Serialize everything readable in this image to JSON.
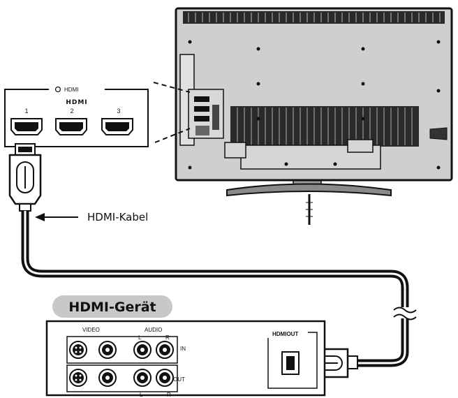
{
  "hdmi_panel": {
    "header": "HDMI",
    "logo": "HDMI",
    "ports": [
      "1",
      "2",
      "3"
    ]
  },
  "cable_label": "HDMI-Kabel",
  "device": {
    "title": "HDMI-Gerät",
    "video_label": "VIDEO",
    "audio_label": "AUDIO",
    "row_in": {
      "l": "L",
      "r": "R",
      "tag": "IN"
    },
    "row_out": {
      "l": "L",
      "r": "R",
      "tag": "OUT"
    },
    "hdmi_out_label": "HDMIOUT"
  },
  "colors": {
    "outline": "#111111",
    "tv_back": "#cfcfcf",
    "vent": "#2a2a2a",
    "badge": "#c8c8c8",
    "cable": "#111111"
  }
}
